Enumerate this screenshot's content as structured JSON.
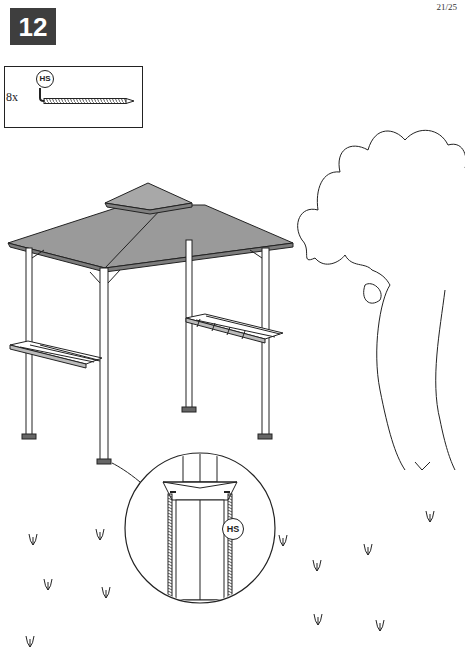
{
  "diagram": {
    "nodes": [
      {
        "text": [
          "12"
        ]
      },
      {
        "text": [
          "8x"
        ]
      },
      {
        "text": [
          "HS"
        ],
        "in": 1
      },
      {
        "text": [
          "HS"
        ]
      }
    ],
    "labels": [
      "21/25"
    ]
  }
}
